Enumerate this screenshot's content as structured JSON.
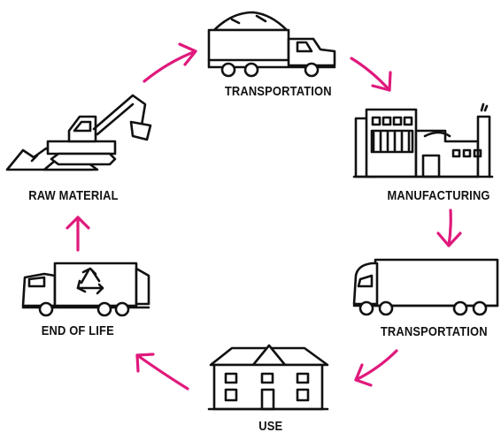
{
  "stages": [
    {
      "label": "TRANSPORTATION"
    },
    {
      "label": "MANUFACTURING"
    },
    {
      "label": "TRANSPORTATION"
    },
    {
      "label": "USE"
    },
    {
      "label": "END OF LIFE"
    },
    {
      "label": "RAW MATERIAL"
    }
  ],
  "colors": {
    "arrow": "#e0197c",
    "line": "#111111"
  },
  "icons": [
    "dump-truck-icon",
    "factory-icon",
    "semi-truck-icon",
    "house-icon",
    "garbage-truck-icon",
    "excavator-icon",
    "recycle-icon"
  ]
}
